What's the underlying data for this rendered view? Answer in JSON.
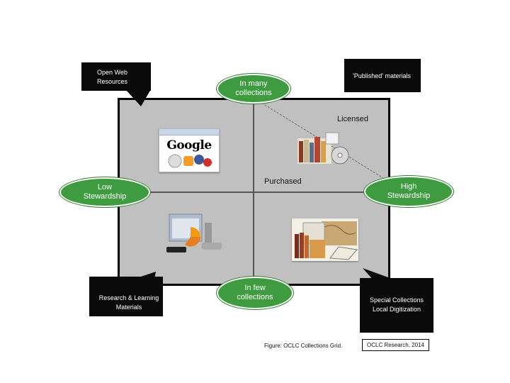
{
  "callouts": {
    "open_web": [
      "Open Web",
      "Resources"
    ],
    "published": "'Published' materials",
    "research": [
      "Research & Learning",
      "Materials"
    ],
    "special": [
      "Special Collections",
      "Local Digitization"
    ]
  },
  "ovals": {
    "many": [
      "In many",
      "collections"
    ],
    "few": [
      "In few",
      "collections"
    ],
    "low": [
      "Low",
      "Stewardship"
    ],
    "high": [
      "High",
      "Stewardship"
    ]
  },
  "quadrant_labels": {
    "licensed": "Licensed",
    "purchased": "Purchased"
  },
  "caption": "Figure: OCLC Collections Grid.",
  "credit": "OCLC Research, 2014",
  "images": {
    "google_text": "Google"
  }
}
